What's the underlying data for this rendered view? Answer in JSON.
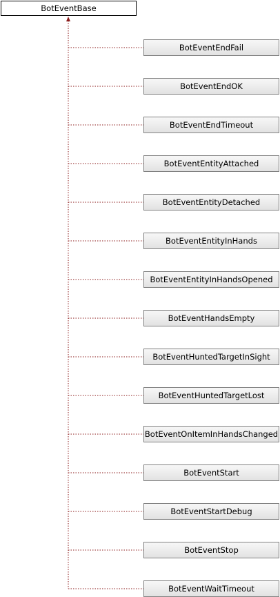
{
  "base_class": {
    "label": "BotEventBase"
  },
  "derived_classes": [
    {
      "label": "BotEventEndFail"
    },
    {
      "label": "BotEventEndOK"
    },
    {
      "label": "BotEventEndTimeout"
    },
    {
      "label": "BotEventEntityAttached"
    },
    {
      "label": "BotEventEntityDetached"
    },
    {
      "label": "BotEventEntityInHands"
    },
    {
      "label": "BotEventEntityInHandsOpened"
    },
    {
      "label": "BotEventHandsEmpty"
    },
    {
      "label": "BotEventHuntedTargetInSight"
    },
    {
      "label": "BotEventHuntedTargetLost"
    },
    {
      "label": "BotEventOnItemInHandsChanged"
    },
    {
      "label": "BotEventStart"
    },
    {
      "label": "BotEventStartDebug"
    },
    {
      "label": "BotEventStop"
    },
    {
      "label": "BotEventWaitTimeout"
    }
  ],
  "colors": {
    "connector": "#8b1a1a",
    "node_border": "#808080"
  }
}
